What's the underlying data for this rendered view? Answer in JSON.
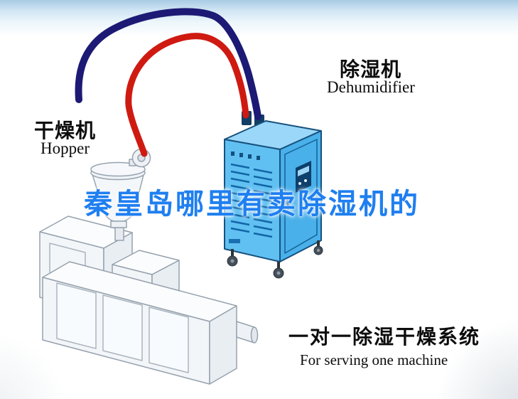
{
  "labels": {
    "hopper": {
      "zh": "干燥机",
      "en": "Hopper"
    },
    "dehumidifier": {
      "zh": "除湿机",
      "en": "Dehumidifier"
    }
  },
  "watermark": {
    "text": "秦皇岛哪里有卖除湿机的",
    "color": "#1f7ff0"
  },
  "caption": {
    "zh": "一对一除湿干燥系统",
    "en": "For serving one machine"
  },
  "diagram": {
    "pipes": [
      {
        "name": "return-air-hose",
        "color": "#1c1a74"
      },
      {
        "name": "dry-air-hose",
        "color": "#cf1a12"
      }
    ],
    "dehumidifier_colors": {
      "front": "#61c0f2",
      "side": "#49b0ea",
      "top": "#9bd7f8",
      "outline": "#17517e"
    }
  }
}
